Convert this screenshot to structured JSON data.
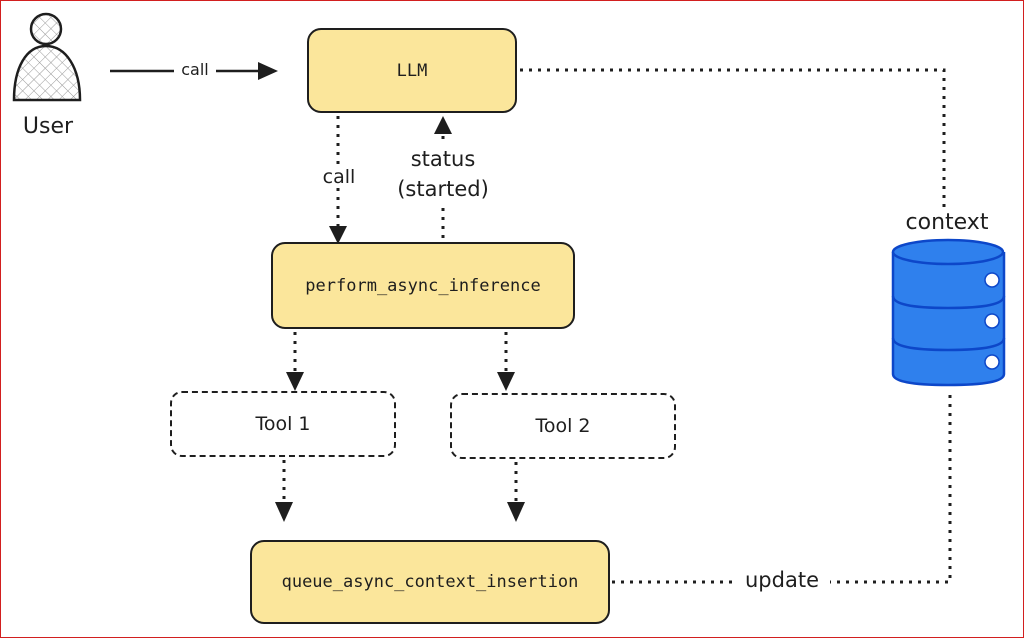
{
  "actor": {
    "label": "User"
  },
  "nodes": {
    "llm": "LLM",
    "perform": "perform_async_inference",
    "tool1": "Tool 1",
    "tool2": "Tool 2",
    "queue": "queue_async_context_insertion",
    "context": "context"
  },
  "edges": {
    "user_call": "call",
    "llm_call": "call",
    "status": "status\n(started)",
    "update": "update"
  },
  "colors": {
    "box_fill": "#fbe69b",
    "stroke": "#1e1e1e",
    "database": "#2f80ed",
    "frame": "#d21f1f"
  }
}
